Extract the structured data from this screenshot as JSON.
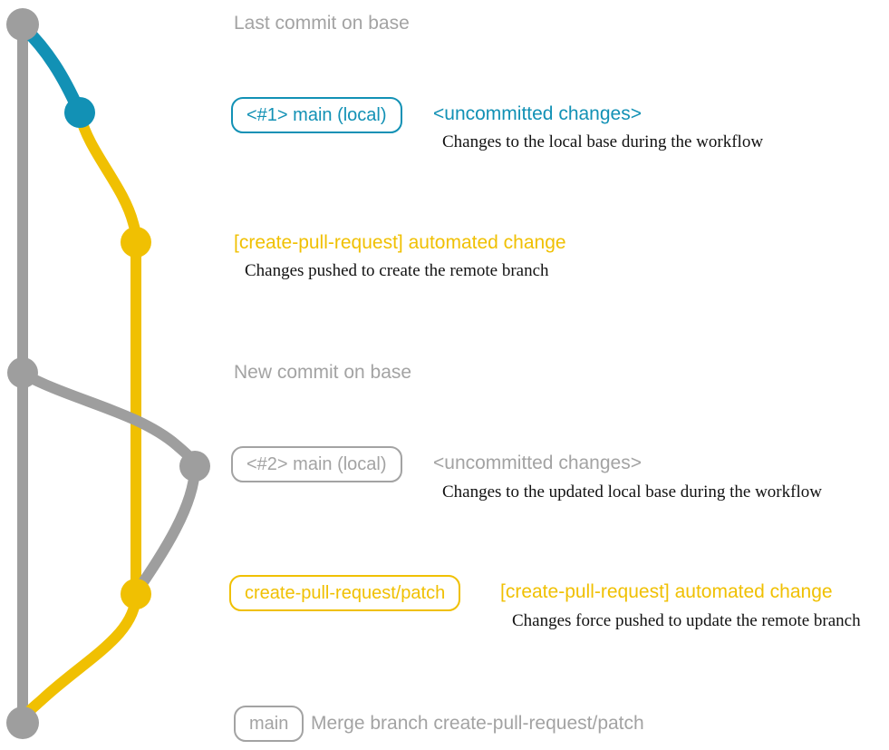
{
  "colors": {
    "gray": "#9E9E9E",
    "gray_text": "#A3A3A3",
    "blue": "#1291B5",
    "yellow": "#F0C002",
    "ink": "#121212"
  },
  "annotations": {
    "last_commit": {
      "label": "Last commit on base"
    },
    "commit1": {
      "badge": "<#1> main (local)",
      "title": "<uncommitted changes>",
      "desc": "Changes to the local base during the workflow"
    },
    "push1": {
      "title": "[create-pull-request] automated change",
      "desc": "Changes pushed to create the remote branch"
    },
    "new_commit": {
      "label": "New commit on base"
    },
    "commit2": {
      "badge": "<#2> main (local)",
      "title": "<uncommitted changes>",
      "desc": "Changes to the updated local base during the workflow"
    },
    "push2": {
      "badge": "create-pull-request/patch",
      "title": "[create-pull-request] automated change",
      "desc": "Changes force pushed to update the remote branch"
    },
    "merge": {
      "badge": "main",
      "label": "Merge branch create-pull-request/patch"
    }
  }
}
